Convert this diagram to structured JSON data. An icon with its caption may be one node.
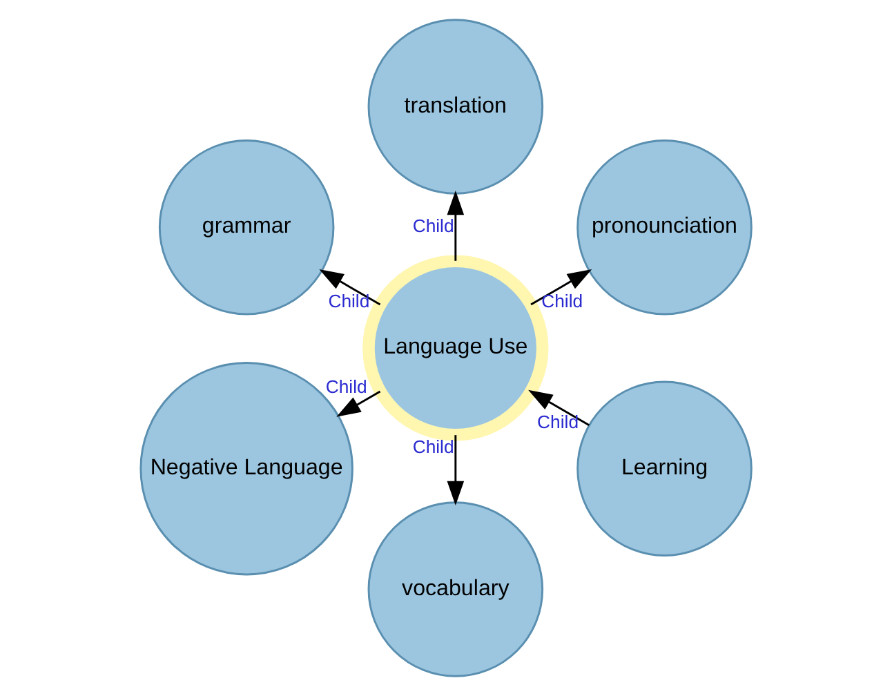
{
  "diagram": {
    "nodes": [
      {
        "text": [
          "Learning"
        ]
      },
      {
        "text": [
          "pronounciation"
        ]
      },
      {
        "text": [
          "Language Use"
        ]
      },
      {
        "text": [
          "translation"
        ]
      },
      {
        "text": [
          "grammar"
        ]
      },
      {
        "text": [
          "Negative Language"
        ]
      },
      {
        "text": [
          "vocabulary"
        ]
      }
    ],
    "edges": [
      {
        "from": 0,
        "to": 2,
        "arrow": "to",
        "label": "Child"
      },
      {
        "from": 2,
        "to": 1,
        "arrow": "to",
        "label": "Child"
      },
      {
        "from": 2,
        "to": 3,
        "arrow": "to",
        "label": "Child"
      },
      {
        "from": 2,
        "to": 4,
        "arrow": "to",
        "label": "Child"
      },
      {
        "from": 2,
        "to": 5,
        "arrow": "to",
        "label": "Child"
      },
      {
        "from": 2,
        "to": 6,
        "arrow": "to",
        "label": "Child"
      }
    ]
  }
}
